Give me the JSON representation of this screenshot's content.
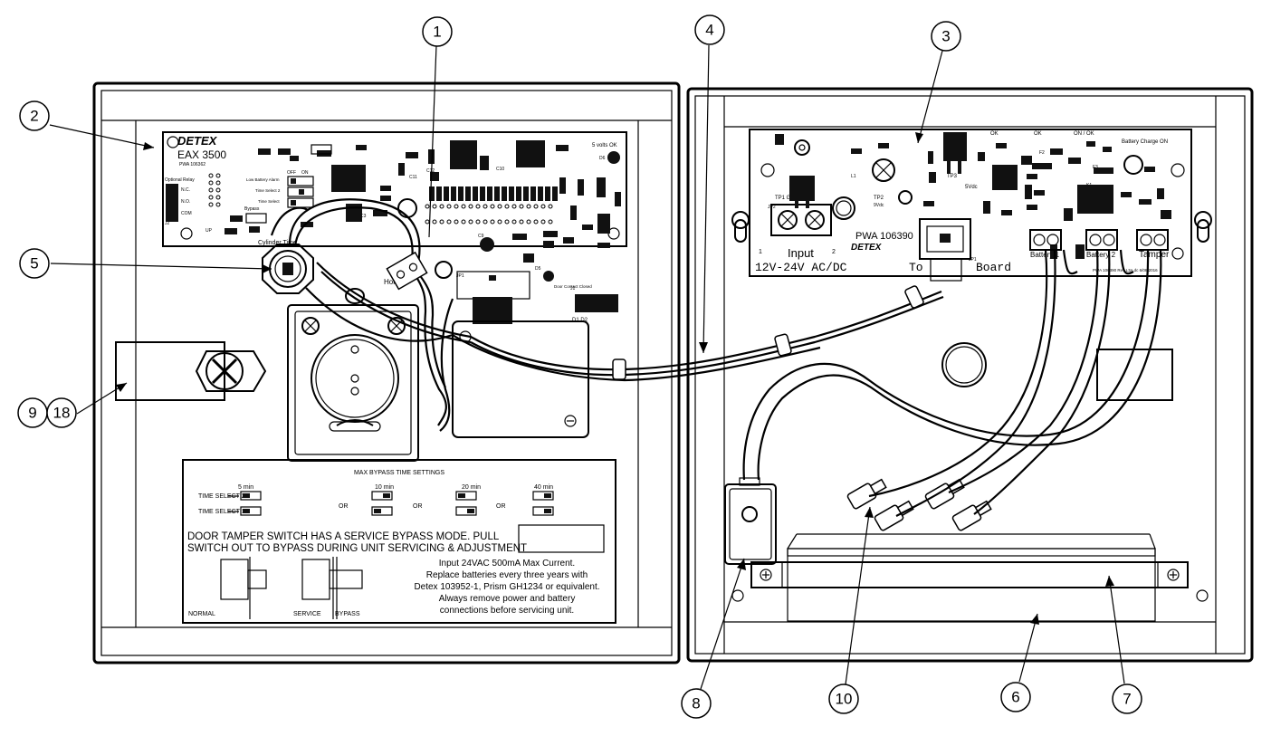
{
  "callouts": [
    {
      "id": "c1",
      "label": "1"
    },
    {
      "id": "c2",
      "label": "2"
    },
    {
      "id": "c3",
      "label": "3"
    },
    {
      "id": "c4",
      "label": "4"
    },
    {
      "id": "c5",
      "label": "5"
    },
    {
      "id": "c6",
      "label": "6"
    },
    {
      "id": "c7",
      "label": "7"
    },
    {
      "id": "c8",
      "label": "8"
    },
    {
      "id": "c9",
      "label": "9"
    },
    {
      "id": "c18",
      "label": "18"
    },
    {
      "id": "c10",
      "label": "10"
    }
  ],
  "left_board": {
    "brand": "DETEX",
    "model": "EAX 3500",
    "pwa": "PWA 106362",
    "optional_relay": "Optional Relay",
    "nc": "N.C.",
    "no": "N.O.",
    "com": "COM",
    "j2": "J2",
    "up": "UP",
    "bypass": "Bypass",
    "low_battery": "Low Battery Alarm",
    "time_select_2": "Time Select 2",
    "time_select": "Time Select",
    "off": "OFF",
    "on": "ON",
    "five_volts_ok": "5 volts OK",
    "d6": "D6",
    "d5": "D5",
    "jp1": "JP1",
    "j1": "J1",
    "horn": "Horn",
    "cylinder_time": "Cylinder Time",
    "door_contact": "Door Contact Closed",
    "d1d2": "D1 D2",
    "c3": "C3",
    "c9": "C9",
    "c11": "C11",
    "c12": "C12",
    "c10": "C10"
  },
  "right_board": {
    "brand": "DETEX",
    "pwa": "PWA 106390",
    "input": "Input",
    "input_range": "12V-24V AC/DC",
    "to_board": "To",
    "board": "Board",
    "tp1": "TP1 GND",
    "tp2": "TP2",
    "tp2v": "9Vdc",
    "tp3": "TP3",
    "tp3v": "5Vdc",
    "battery1": "Battery 1",
    "battery2": "Battery 2",
    "tamper": "Tamper",
    "battery_charge": "Battery Charge ON",
    "ok1": "OK",
    "ok2": "OK",
    "on_ok": "ON / OK",
    "jp2": "JP2",
    "jp1": "JP1",
    "rev": "PWA 106390 Rev L3A dc 6/08/2016",
    "pin1": "1",
    "pin2": "2",
    "k1": "K1",
    "l1": "L1",
    "f2": "F2",
    "f3": "F3"
  },
  "label_plate": {
    "heading": "MAX BYPASS TIME SETTINGS",
    "times": [
      "5 min",
      "10 min",
      "20 min",
      "40 min"
    ],
    "ts2": "TIME SELECT 2",
    "ts1": "TIME SELECT 1",
    "or": "OR",
    "warn1": "DOOR TAMPER SWITCH HAS A SERVICE BYPASS MODE. PULL",
    "warn2": "SWITCH OUT TO BYPASS DURING UNIT SERVICING & ADJUSTMENT",
    "info1": "Input 24VAC 500mA Max Current.",
    "info2": "Replace batteries every three years with",
    "info3": "Detex 103952-1, Prism GH1234 or equivalent.",
    "info4": "Always remove power and battery",
    "info5": "connections before servicing unit.",
    "normal": "NORMAL",
    "service": "SERVICE",
    "bypass": "BYPASS"
  }
}
